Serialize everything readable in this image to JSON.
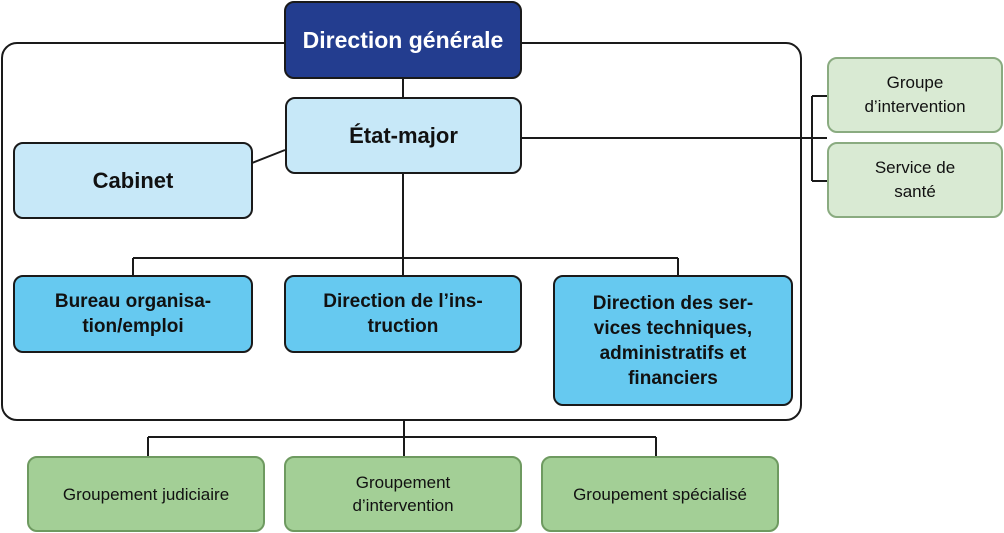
{
  "nodes": {
    "direction_generale": "Direction générale",
    "etat_major": "État-major",
    "cabinet": "Cabinet",
    "bureau": "Bureau organisa-\ntion/emploi",
    "instruction": "Direction de l’ins-\ntruction",
    "services": "Direction des ser-\nvices techniques,\nadministratifs et\nfinanciers",
    "groupe_intervention": "Groupe\nd’intervention",
    "service_sante": "Service de\nsanté",
    "groupement_judiciaire": "Groupement judiciaire",
    "groupement_intervention": "Groupement\nd’intervention",
    "groupement_specialise": "Groupement spécialisé"
  },
  "colors": {
    "direction": "#233d8f",
    "light_blue": "#c7e8f8",
    "mid_blue": "#66c9f0",
    "light_green": "#d9ead3",
    "green": "#a3cf96"
  }
}
